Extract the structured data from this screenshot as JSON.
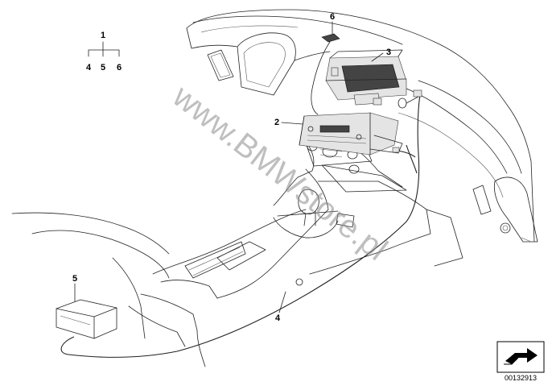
{
  "legend": {
    "top": "1",
    "children": [
      "4",
      "5",
      "6"
    ]
  },
  "callouts": {
    "c2": "2",
    "c3": "3",
    "c4": "4",
    "c5": "5",
    "c6": "6"
  },
  "watermark": "www.BMWstore.pl",
  "footer": {
    "diagram_code": "00132913",
    "nav_icon": "next-page-arrow-icon"
  }
}
